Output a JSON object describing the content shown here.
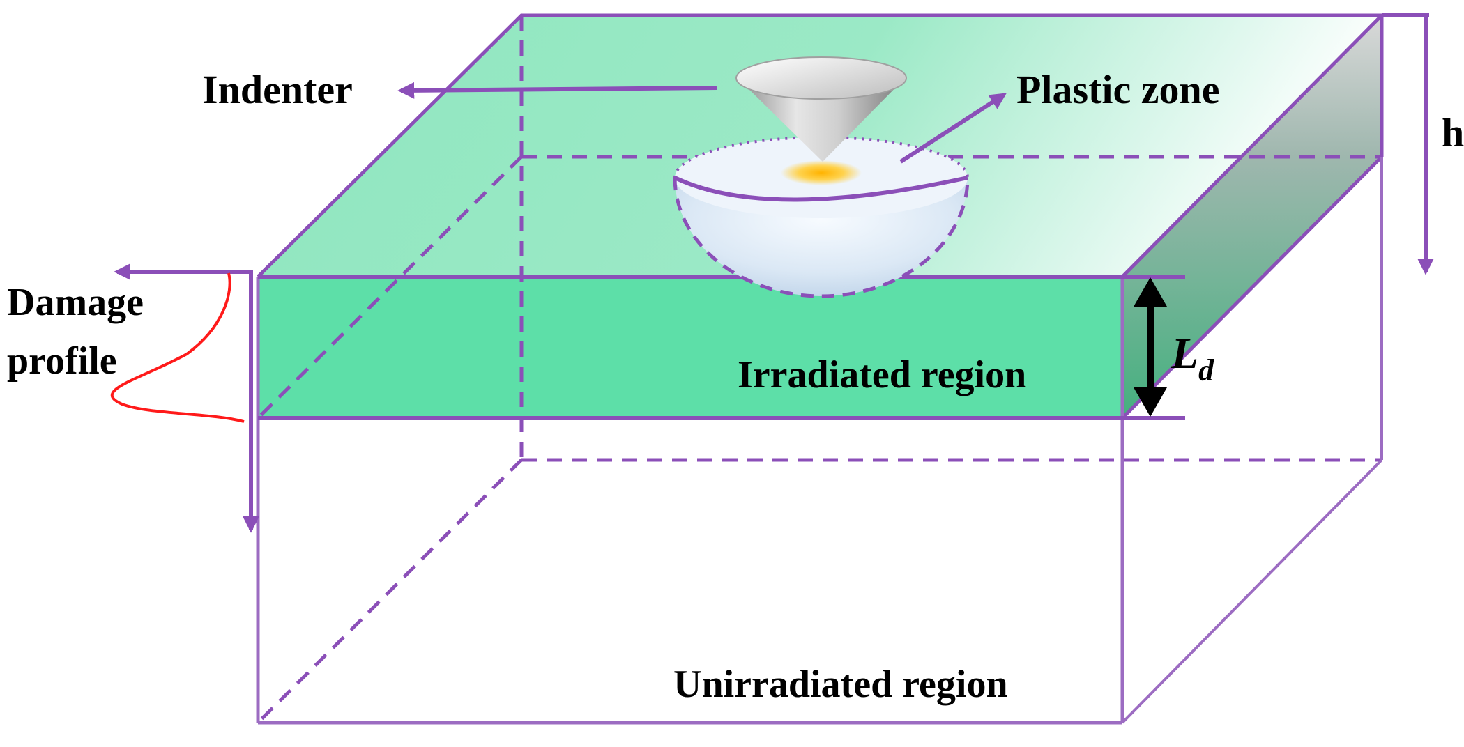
{
  "labels": {
    "indenter": "Indenter",
    "plastic_zone": "Plastic zone",
    "h": "h",
    "damage": "Damage",
    "profile": "profile",
    "irradiated": "Irradiated region",
    "ld_main": "L",
    "ld_sub": "d",
    "unirradiated": "Unirradiated region"
  },
  "colors": {
    "outline": "#8b4fb8",
    "outline_light": "#9c6cc2",
    "top_face": "#8fe6bf",
    "irradiated_front": "#5ddfa8",
    "irradiated_side": "#45b07f",
    "damage_curve": "#ff1a1a",
    "thickness_arrow": "#000000"
  }
}
